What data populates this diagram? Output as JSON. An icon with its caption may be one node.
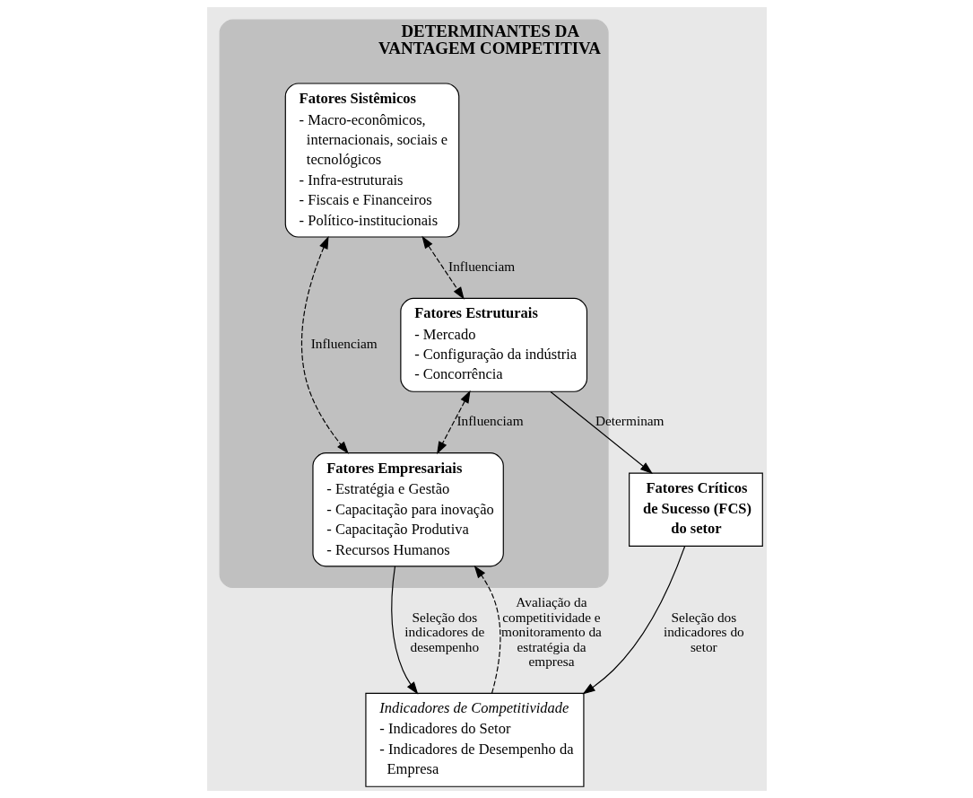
{
  "diagram": {
    "nodes": [
      {
        "text": [
          "DETERMINANTES DA VANTAGEM COMPETITIVA"
        ]
      },
      {
        "text": [
          "Fatores Sistêmicos",
          "- Macro-econômicos, internacionais, sociais e tecnológicos",
          "- Infra-estruturais",
          "- Fiscais e Financeiros",
          "- Político-institucionais"
        ],
        "in": 0
      },
      {
        "text": [
          "Fatores Empresariais",
          "- Estratégia e Gestão",
          "- Capacitação para inovação",
          "- Capacitação Produtiva",
          "- Recursos Humanos"
        ],
        "in": 0
      },
      {
        "text": [
          "Fatores Estruturais",
          "- Mercado",
          "- Configuração da indústria",
          "- Concorrência"
        ],
        "in": 0
      },
      {
        "text": [
          "Fatores Críticos de Sucesso (FCS) do setor"
        ]
      },
      {
        "text": [
          "Indicadores de Competitividade",
          "- Indicadores do Setor",
          "- Indicadores de Desempenho da Empresa"
        ]
      }
    ],
    "edges": [
      {
        "from": 1,
        "to": 2,
        "arrow": "both",
        "style": "dashed",
        "label": "Influenciam"
      },
      {
        "from": 1,
        "to": 3,
        "arrow": "both",
        "style": "dashed",
        "label": "Influenciam"
      },
      {
        "from": 3,
        "to": 2,
        "arrow": "both",
        "style": "dashed",
        "label": "Influenciam"
      },
      {
        "from": 3,
        "to": 4,
        "arrow": "to",
        "label": "Determinam"
      },
      {
        "from": 2,
        "to": 5,
        "arrow": "to",
        "label": "Seleção dos indicadores de desempenho"
      },
      {
        "from": 4,
        "to": 5,
        "arrow": "to",
        "label": "Seleção dos indicadores do setor"
      },
      {
        "from": 5,
        "to": 2,
        "arrow": "to",
        "style": "dashed",
        "label": "Avaliação da competitividade e monitoramento da estratégia da empresa"
      }
    ]
  }
}
